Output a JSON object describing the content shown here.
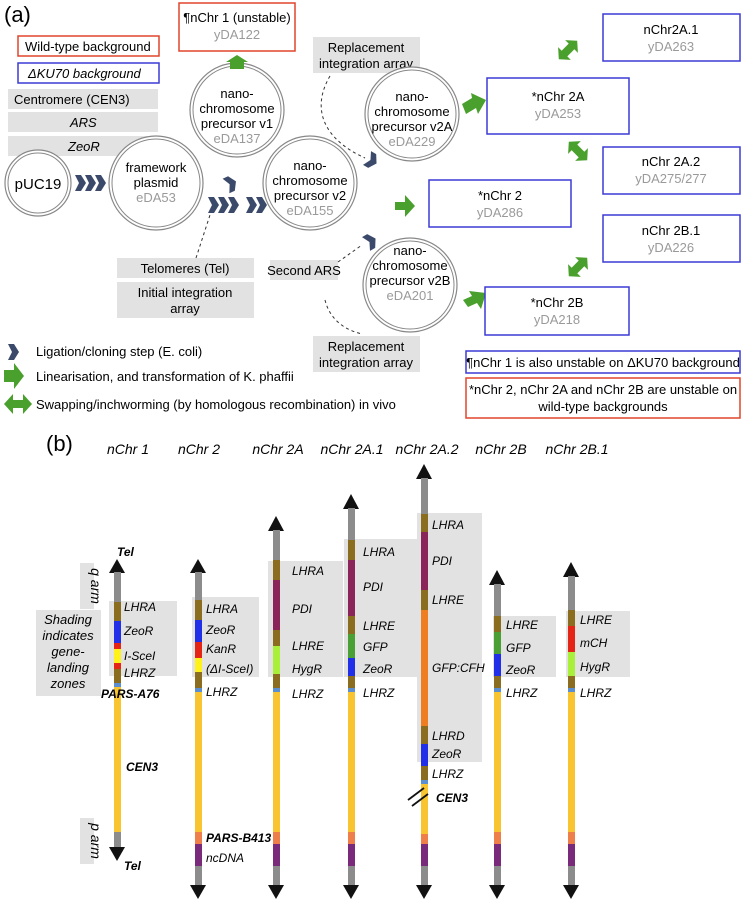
{
  "panel_a": {
    "label": "(a)",
    "key_boxes": {
      "wild_type": "Wild-type background",
      "dku70": "ΔKU70 background"
    },
    "components": {
      "centromere": "Centromere (CEN3)",
      "ars": "ARS",
      "zeo": "ZeoR",
      "telomeres": "Telomeres (Tel)",
      "initial_array": [
        "Initial integration",
        "array"
      ],
      "second_ars": "Second ARS",
      "replacement_top": [
        "Replacement",
        "integration array"
      ],
      "replacement_bottom": [
        "Replacement",
        "integration array"
      ]
    },
    "plasmids": {
      "puc19": "pUC19",
      "framework": {
        "lines": [
          "framework",
          "plasmid"
        ],
        "id": "eDA53"
      },
      "v1": {
        "lines": [
          "nano-",
          "chromosome",
          "precursor v1"
        ],
        "id": "eDA137"
      },
      "v2": {
        "lines": [
          "nano-",
          "chromosome",
          "precursor v2"
        ],
        "id": "eDA155"
      },
      "v2a": {
        "lines": [
          "nano-",
          "chromosome",
          "precursor v2A"
        ],
        "id": "eDA229"
      },
      "v2b": {
        "lines": [
          "nano-",
          "chromosome",
          "precursor v2B"
        ],
        "id": "eDA201"
      }
    },
    "strains": {
      "nchr1": {
        "name": "¶nChr 1 (unstable)",
        "id": "yDA122"
      },
      "nchr2a": {
        "name": "*nChr 2A",
        "id": "yDA253"
      },
      "nchr2": {
        "name": "*nChr 2",
        "id": "yDA286"
      },
      "nchr2b": {
        "name": "*nChr 2B",
        "id": "yDA218"
      },
      "nchr2a1": {
        "name": "nChr2A.1",
        "id": "yDA263"
      },
      "nchr2a2": {
        "name": "nChr 2A.2",
        "id": "yDA275/277"
      },
      "nchr2b1": {
        "name": "nChr 2B.1",
        "id": "yDA226"
      }
    },
    "legend": {
      "ligation": "Ligation/cloning step (E. coli)",
      "linearisation": "Linearisation, and transformation of K. phaffii",
      "swapping": "Swapping/inchworming (by homologous recombination) in vivo"
    },
    "notes": {
      "note1": "¶nChr 1 is also unstable on ΔKU70 background",
      "note2_lines": [
        "*nChr 2, nChr 2A and nChr 2B  are unstable on",
        "wild-type backgrounds"
      ]
    },
    "colors": {
      "red": "#e0452b",
      "blue": "#3b3bd6",
      "green": "#4aa02c",
      "navy": "#3b4a6b",
      "gray_box": "#e2e2e2",
      "id_gray": "#9a9a9a"
    }
  },
  "panel_b": {
    "label": "(b)",
    "titles": [
      "nChr 1",
      "nChr 2",
      "nChr 2A",
      "nChr 2A.1",
      "nChr 2A.2",
      "nChr 2B",
      "nChr 2B.1"
    ],
    "arm_labels": {
      "q": "q arm",
      "p": "p arm"
    },
    "shading_note": [
      "Shading",
      "indicates",
      "gene-",
      "landing",
      "zones"
    ],
    "labels": {
      "tel_top": "Tel",
      "tel_bottom": "Tel",
      "pars_a76": "PARS-A76",
      "cen3": "CEN3",
      "cen3_2a2": "CEN3",
      "pars_b413": "PARS-B413",
      "ncdna": "ncDNA"
    },
    "chromosomes": [
      {
        "genes": [
          "LHRA",
          "ZeoR",
          "I-SceI",
          "LHRZ"
        ]
      },
      {
        "genes": [
          "LHRA",
          "ZeoR",
          "KanR",
          "(ΔI-SceI)",
          "LHRZ"
        ]
      },
      {
        "genes": [
          "LHRA",
          "PDI",
          "LHRE",
          "HygR",
          "LHRZ"
        ]
      },
      {
        "genes": [
          "LHRA",
          "PDI",
          "LHRE",
          "GFP",
          "ZeoR",
          "LHRZ"
        ]
      },
      {
        "genes": [
          "LHRA",
          "PDI",
          "LHRE",
          "GFP:CFH",
          "LHRD",
          "ZeoR",
          "LHRZ"
        ]
      },
      {
        "genes": [
          "LHRE",
          "GFP",
          "ZeoR",
          "LHRZ"
        ]
      },
      {
        "genes": [
          "LHRE",
          "mCH",
          "HygR",
          "LHRZ"
        ]
      }
    ],
    "colors": {
      "tel": "#8c8c8c",
      "lhr": "#8a6d1e",
      "zeo": "#2130e8",
      "red": "#e42515",
      "yellow": "#fff21a",
      "cen": "#f8c430",
      "blue_small": "#5b8fd0",
      "orange_small": "#ef7f4a",
      "ncdna": "#7a2a7a",
      "pdi": "#8b2458",
      "gfp": "#4a9f35",
      "hyg": "#a8f03a",
      "gfpcfh": "#ef7e22",
      "mch": "#e42515"
    }
  }
}
